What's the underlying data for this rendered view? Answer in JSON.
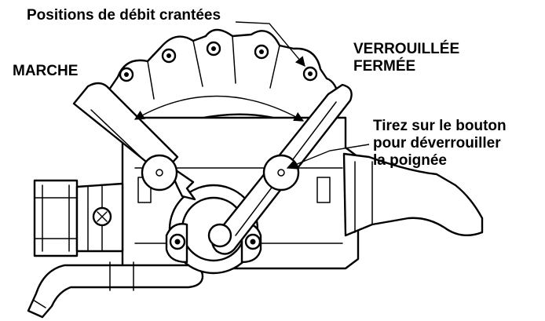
{
  "labels": {
    "notched": "Positions de débit crantées",
    "on": "MARCHE",
    "locked_line1": "VERROUILLÉE",
    "locked_line2": "FERMÉE",
    "pull_line1": "Tirez sur le bouton",
    "pull_line2": "pour déverrouiller",
    "pull_line3": "la poignée"
  },
  "colors": {
    "ink": "#000000",
    "paper": "#ffffff",
    "margin_text": "#9a9a9a"
  }
}
